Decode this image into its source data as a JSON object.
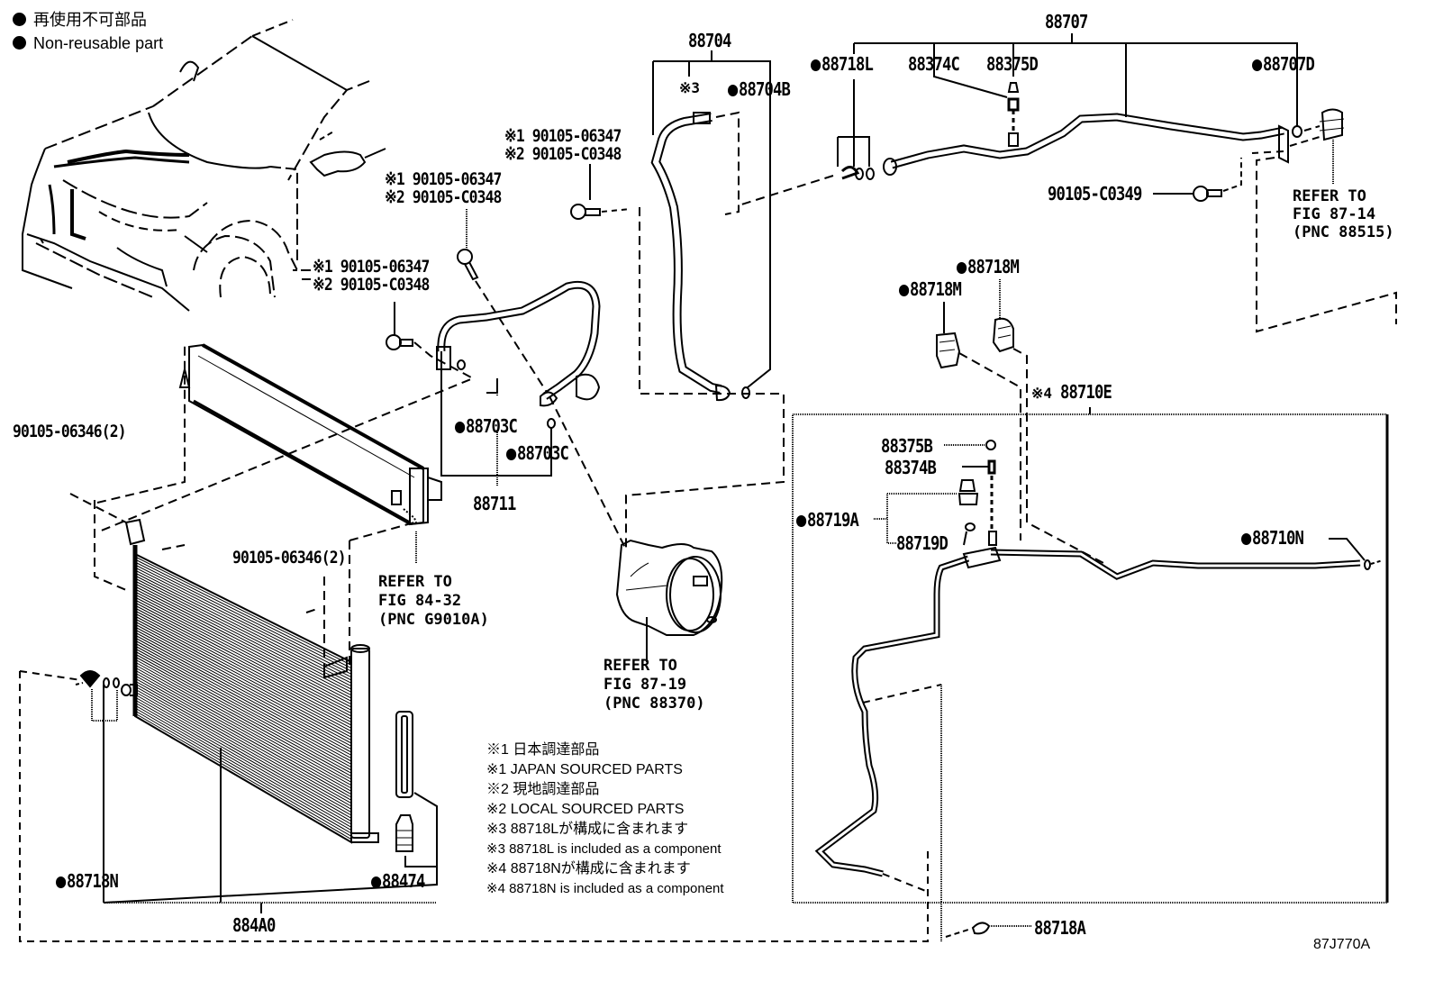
{
  "legend": {
    "symbol_icon": "filled-circle-icon",
    "jp": "再使用不可部品",
    "en": "Non-reusable part"
  },
  "labels": {
    "p88704": "88704",
    "p88704_note": "※3",
    "p88704B": "88704B",
    "p88707": "88707",
    "p88718L": "88718L",
    "p88374C": "88374C",
    "p88375D": "88375D",
    "p88707D": "88707D",
    "bolt_c0349": "90105-C0349",
    "bolt_top_mid_1": "※1 90105-06347",
    "bolt_top_mid_2": "※2 90105-C0348",
    "bolt_left_1": "※1 90105-06347",
    "bolt_left_2": "※2 90105-C0348",
    "bolt_car_1": "※1 90105-06347",
    "bolt_car_2": "※2 90105-C0348",
    "p88718M_a": "88718M",
    "p88718M_b": "88718M",
    "p88710E": "88710E",
    "p88710E_note": "※4",
    "p88375B": "88375B",
    "p88374B": "88374B",
    "p88719A": "88719A",
    "p88719D": "88719D",
    "p88710N": "88710N",
    "p88703C_a": "88703C",
    "p88703C_b": "88703C",
    "p88711": "88711",
    "bolt_06346_left": "90105-06346(2)",
    "bolt_06346_mid": "90105-06346(2)",
    "p88718N": "88718N",
    "p88474": "88474",
    "p884A0": "884A0",
    "p88718A": "88718A"
  },
  "references": {
    "fig_87_14": "REFER TO\nFIG 87-14\n(PNC 88515)",
    "fig_84_32": "REFER TO\nFIG 84-32\n(PNC G9010A)",
    "fig_87_19": "REFER TO\nFIG 87-19\n(PNC 88370)"
  },
  "notes": [
    "※1 日本調達部品",
    "※1 JAPAN SOURCED PARTS",
    "※2 現地調達部品",
    "※2 LOCAL SOURCED PARTS",
    "※3 88718Lが構成に含まれます",
    "※3 88718L is included as a component",
    "※4 88718Nが構成に含まれます",
    "※4 88718N is included as a component"
  ],
  "figure_id": "87J770A"
}
